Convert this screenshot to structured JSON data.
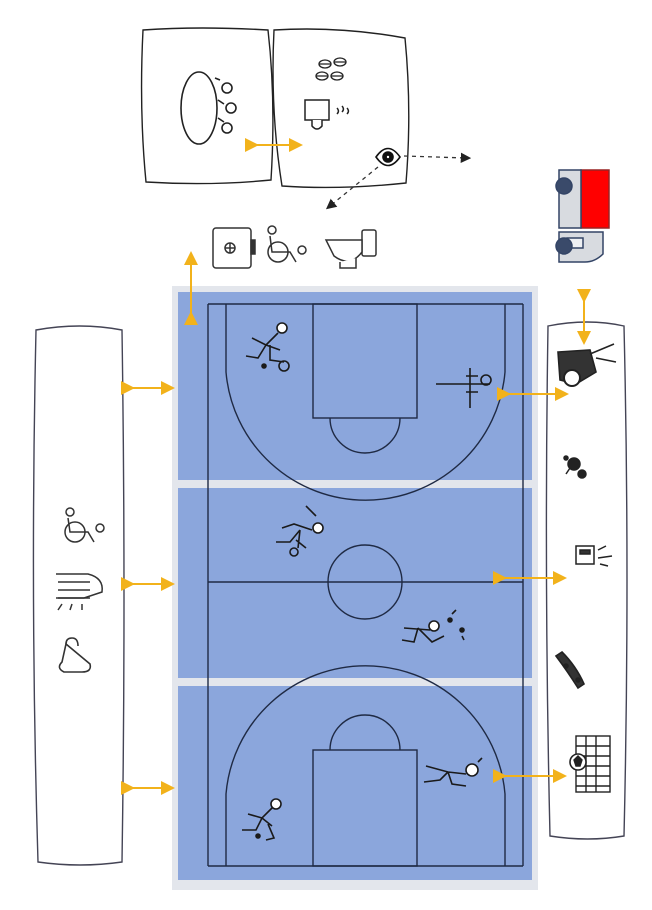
{
  "colors": {
    "court_fill": "#8ba6dc",
    "court_border": "#e3e6ec",
    "line": "#1f2a44",
    "arrow": "#f2b21b",
    "truck_red": "#ff0000",
    "truck_gray": "#d8dbe0",
    "truck_navy": "#334466"
  },
  "rooms": [
    {
      "name": "meeting-room",
      "icons": [
        "meeting-table-icon"
      ]
    },
    {
      "name": "cafe-room",
      "icons": [
        "coffee-beans-icon",
        "coffee-machine-icon",
        "surveillance-eye-icon"
      ]
    }
  ],
  "service_icons": [
    "first-aid-icon",
    "wheelchair-icon",
    "toilet-icon"
  ],
  "vehicle": "delivery-truck-icon",
  "left_panel_icons": [
    "wheelchair-icon",
    "shower-icon",
    "hanger-icon"
  ],
  "right_panel_icons": [
    "pole-vault-icon",
    "table-tennis-icon",
    "vending-machine-icon",
    "skateboard-icon",
    "soccer-goal-icon"
  ],
  "court_sections": [
    "upper-half-court",
    "center-court",
    "lower-half-court"
  ],
  "court_sport_icons": [
    "player-dribble-icon",
    "tabletop-icon",
    "volleyball-player-icon",
    "juggler-icon",
    "jump-player-icon",
    "running-player-icon"
  ]
}
